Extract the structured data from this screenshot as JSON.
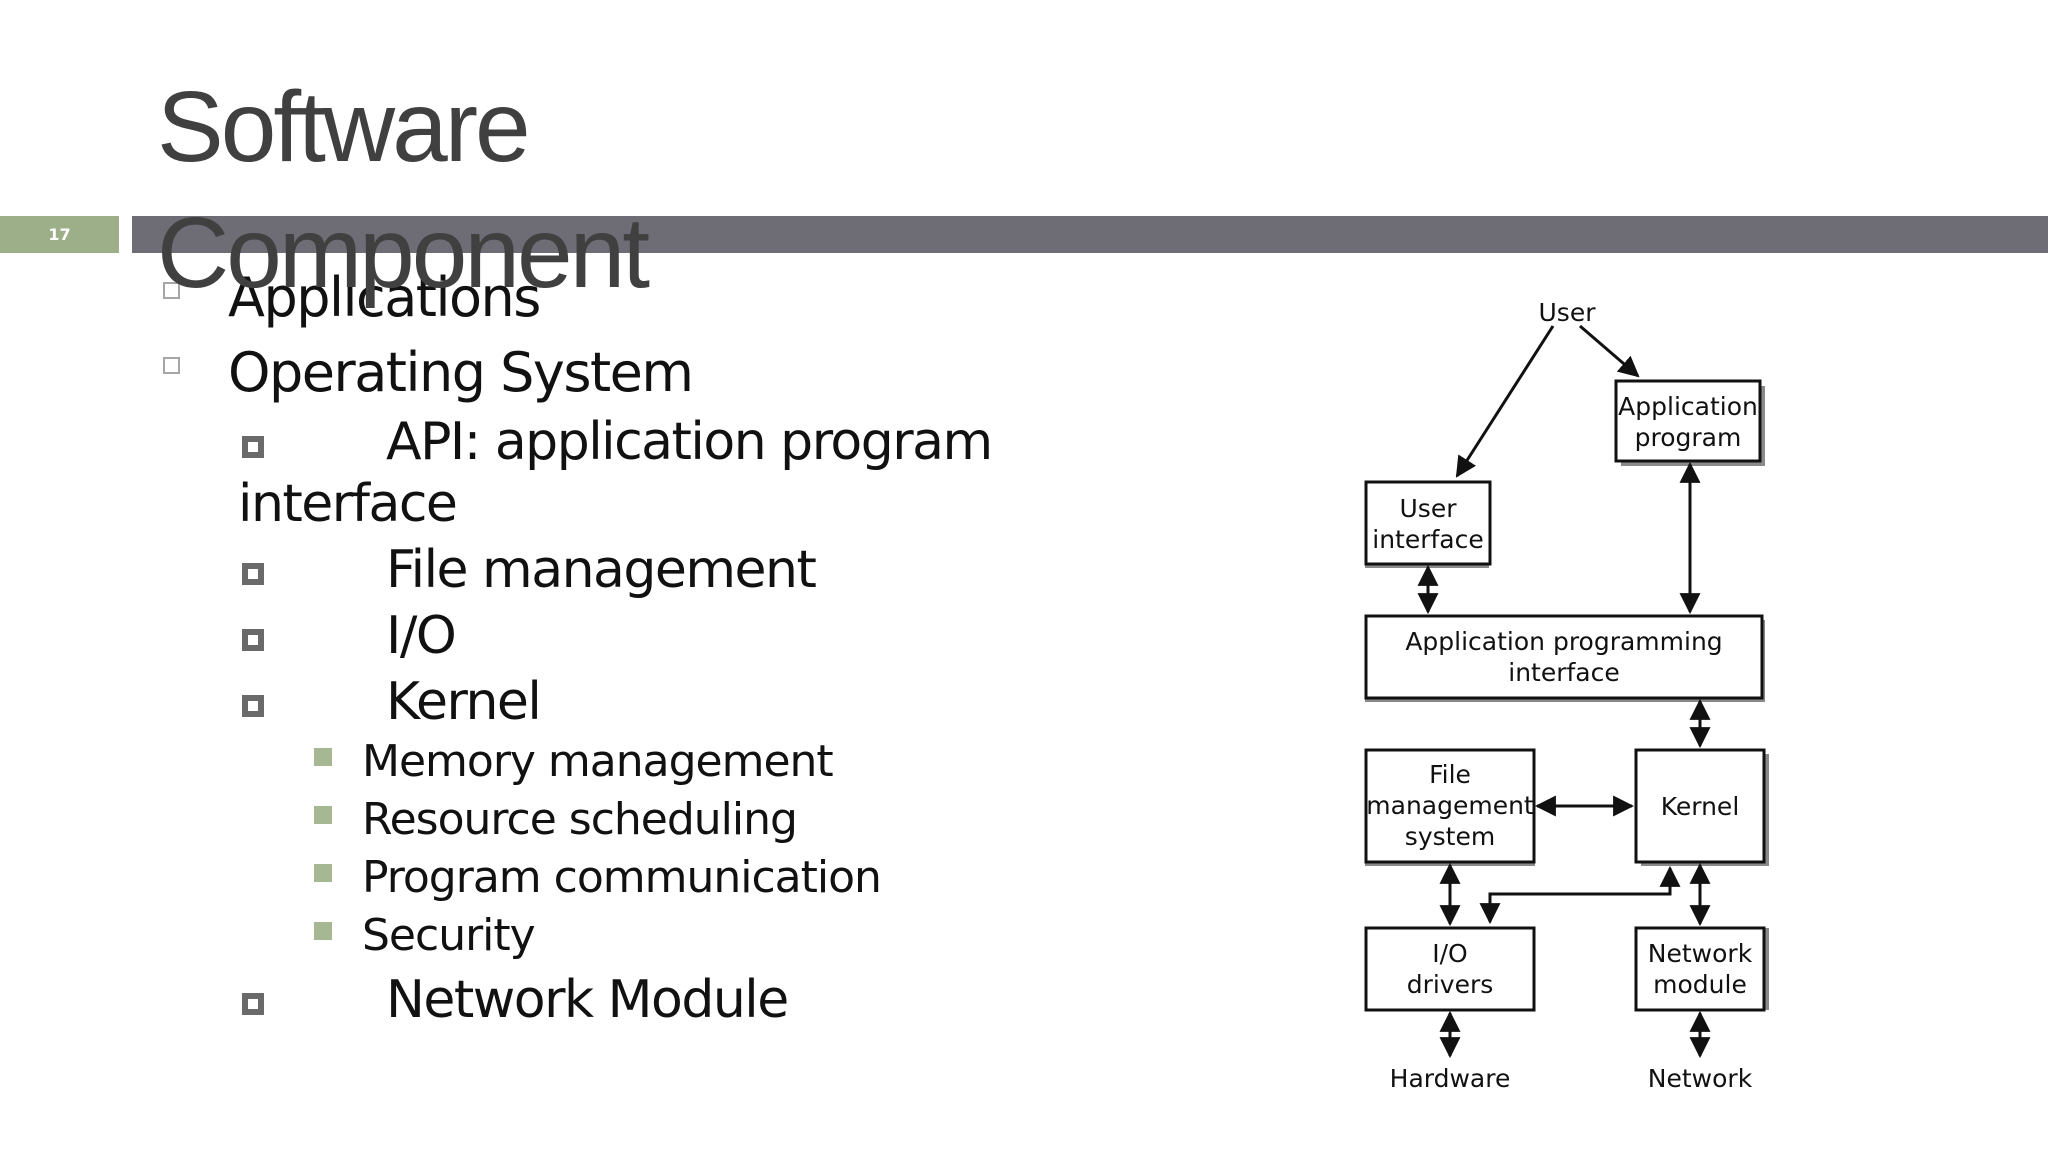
{
  "slide": {
    "number": "17",
    "title_line1": "Software",
    "title_line2": "Component"
  },
  "bullets": {
    "applications": "Applications",
    "operating_system": "Operating System",
    "api_line1": "API: application program",
    "api_line2": "interface",
    "file_management": "File management",
    "io": "I/O",
    "kernel": "Kernel",
    "memory_management": "Memory management",
    "resource_scheduling": "Resource scheduling",
    "program_communication": "Program communication",
    "security": "Security",
    "network_module": "Network Module"
  },
  "diagram": {
    "user": "User",
    "application_program_line1": "Application",
    "application_program_line2": "program",
    "user_interface_line1": "User",
    "user_interface_line2": "interface",
    "api_line1": "Application programming",
    "api_line2": "interface",
    "file_mgmt_line1": "File",
    "file_mgmt_line2": "management",
    "file_mgmt_line3": "system",
    "kernel": "Kernel",
    "io_drivers_line1": "I/O",
    "io_drivers_line2": "drivers",
    "network_module_line1": "Network",
    "network_module_line2": "module",
    "hardware": "Hardware",
    "network": "Network"
  },
  "colors": {
    "header_bar": "#6e6d75",
    "slide_number_box": "#9caf88",
    "title_text": "#404040",
    "level1_marker": "#a6a6a6",
    "level2_marker": "#6a6a6a",
    "level3_marker": "#a6b793"
  }
}
